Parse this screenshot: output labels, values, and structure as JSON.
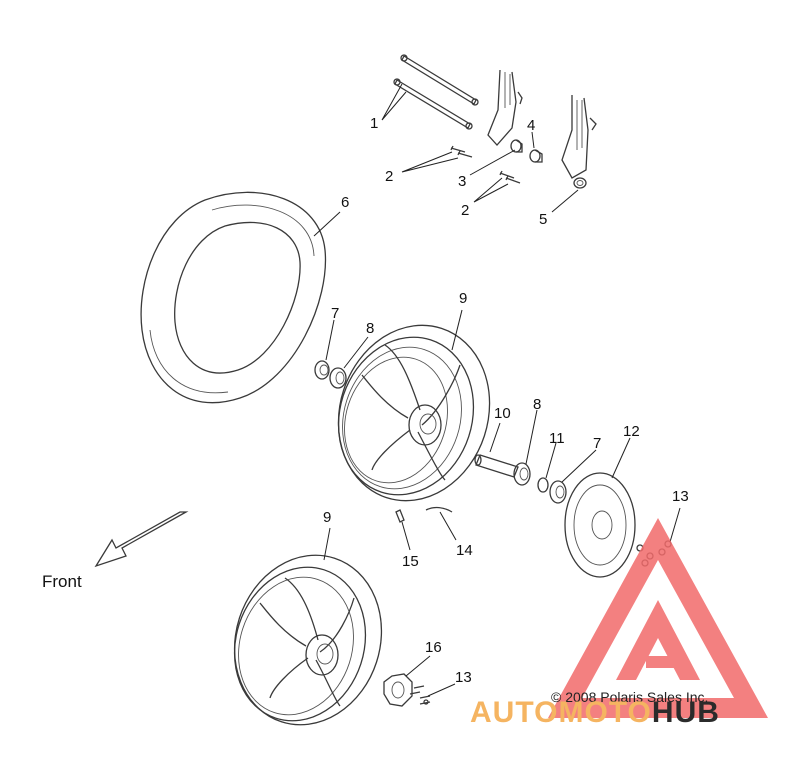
{
  "callouts": [
    {
      "id": "c1",
      "label": "1"
    },
    {
      "id": "c2a",
      "label": "2"
    },
    {
      "id": "c3",
      "label": "3"
    },
    {
      "id": "c4",
      "label": "4"
    },
    {
      "id": "c2b",
      "label": "2"
    },
    {
      "id": "c5",
      "label": "5"
    },
    {
      "id": "c6",
      "label": "6"
    },
    {
      "id": "c7a",
      "label": "7"
    },
    {
      "id": "c8a",
      "label": "8"
    },
    {
      "id": "c9a",
      "label": "9"
    },
    {
      "id": "c10",
      "label": "10"
    },
    {
      "id": "c8b",
      "label": "8"
    },
    {
      "id": "c11",
      "label": "11"
    },
    {
      "id": "c7b",
      "label": "7"
    },
    {
      "id": "c12",
      "label": "12"
    },
    {
      "id": "c13a",
      "label": "13"
    },
    {
      "id": "c15",
      "label": "15"
    },
    {
      "id": "c14",
      "label": "14"
    },
    {
      "id": "c9b",
      "label": "9"
    },
    {
      "id": "c16",
      "label": "16"
    },
    {
      "id": "c13b",
      "label": "13"
    }
  ],
  "front_label": "Front",
  "copyright": "© 2008 Polaris Sales Inc.",
  "watermark": {
    "part1": "AUTOMOTO",
    "part2": "HUB",
    "color_primary": "#f26b6b",
    "color_secondary": "#f5b461",
    "color_dark": "#2b2b2b"
  }
}
